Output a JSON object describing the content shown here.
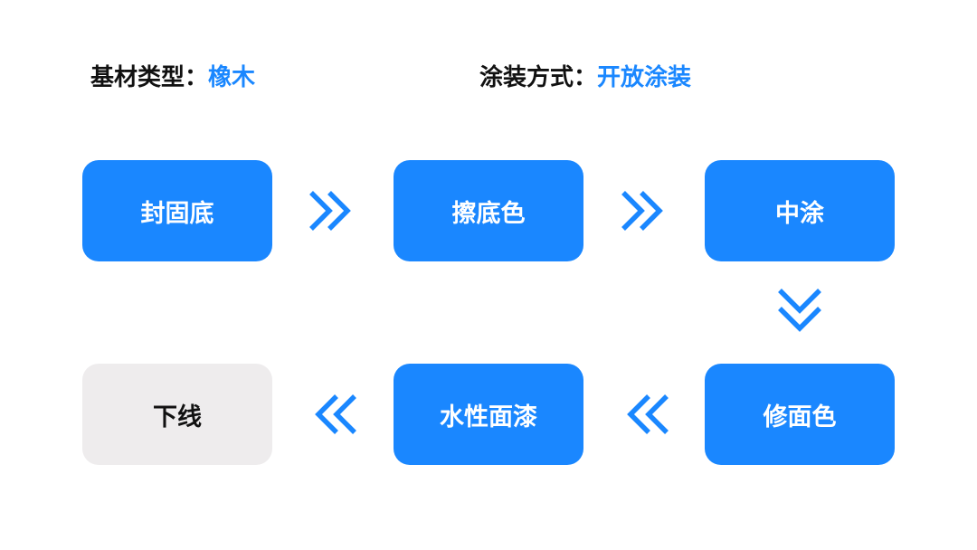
{
  "header": {
    "substrate_label": "基材类型：",
    "substrate_value": "橡木",
    "coating_label": "涂装方式：",
    "coating_value": "开放涂装"
  },
  "colors": {
    "accent": "#1a87ff",
    "step_done_bg": "#eeeced",
    "label_text": "#111111"
  },
  "steps": [
    {
      "label": "封固底"
    },
    {
      "label": "擦底色"
    },
    {
      "label": "中涂"
    },
    {
      "label": "修面色"
    },
    {
      "label": "水性面漆"
    },
    {
      "label": "下线"
    }
  ],
  "arrows": [
    "chevron-double-right-icon",
    "chevron-double-right-icon",
    "chevron-double-down-icon",
    "chevron-double-left-icon",
    "chevron-double-left-icon"
  ]
}
